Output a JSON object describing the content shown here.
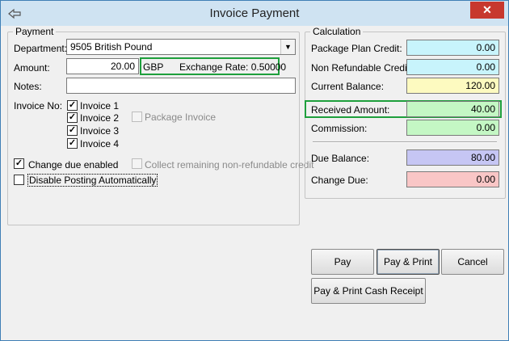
{
  "window": {
    "title": "Invoice Payment",
    "close_glyph": "✕"
  },
  "payment": {
    "legend": "Payment",
    "department_label": "Department:",
    "department_value": "9505  British Pound",
    "amount_label": "Amount:",
    "amount_value": "20.00",
    "currency": "GBP",
    "exchange_rate": "Exchange Rate: 0.50000",
    "notes_label": "Notes:",
    "notes_value": "",
    "invoice_no_label": "Invoice No:",
    "invoices": [
      {
        "label": "Invoice 1",
        "checked": true
      },
      {
        "label": "Invoice 2",
        "checked": true
      },
      {
        "label": "Invoice 3",
        "checked": true
      },
      {
        "label": "Invoice 4",
        "checked": true
      }
    ],
    "package_invoice_label": "Package Invoice",
    "change_due_enabled_label": "Change due enabled",
    "collect_remaining_label": "Collect remaining non-refundable credit",
    "disable_posting_label": "Disable Posting Automatically"
  },
  "calculation": {
    "legend": "Calculation",
    "rows": [
      {
        "label": "Package Plan Credit:",
        "value": "0.00",
        "color": "#c8f4fc"
      },
      {
        "label": "Non Refundable Credit:",
        "value": "0.00",
        "color": "#c8f4fc"
      },
      {
        "label": "Current Balance:",
        "value": "120.00",
        "color": "#fdfac0"
      },
      {
        "label": "Received Amount:",
        "value": "40.00",
        "color": "#c4f7c4"
      },
      {
        "label": "Commission:",
        "value": "0.00",
        "color": "#c4f7c4"
      },
      {
        "label": "Due Balance:",
        "value": "80.00",
        "color": "#c6c6f4"
      },
      {
        "label": "Change Due:",
        "value": "0.00",
        "color": "#f9c6c6"
      }
    ]
  },
  "buttons": {
    "pay": "Pay",
    "pay_print": "Pay & Print",
    "cancel": "Cancel",
    "pay_print_cash": "Pay & Print Cash Receipt"
  },
  "colors": {
    "highlight": "#1e9f3c",
    "close": "#c7382e"
  },
  "icons": {
    "app": "window-restore-icon",
    "close": "close-icon",
    "dropdown": "chevron-down-icon",
    "check": "checkmark-icon"
  }
}
